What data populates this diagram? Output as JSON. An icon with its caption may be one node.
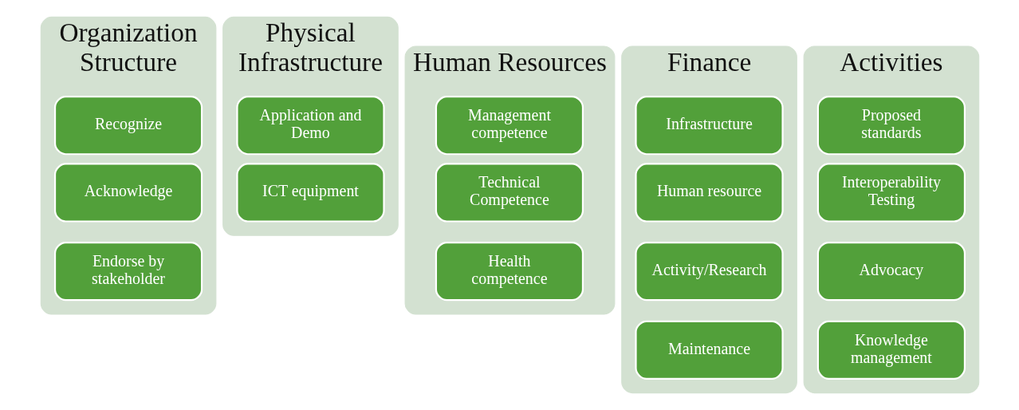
{
  "diagram": {
    "nodes": [
      {
        "text": [
          "Organization Structure"
        ]
      },
      {
        "text": [
          "Recognize"
        ],
        "in": 0
      },
      {
        "text": [
          "Acknowledge"
        ],
        "in": 0
      },
      {
        "text": [
          "Endorse by stakeholder"
        ],
        "in": 0
      },
      {
        "text": [
          "Physical Infrastructure"
        ]
      },
      {
        "text": [
          "Application and Demo"
        ],
        "in": 4
      },
      {
        "text": [
          "ICT equipment"
        ],
        "in": 4
      },
      {
        "text": [
          "Human Resources"
        ]
      },
      {
        "text": [
          "Management competence"
        ],
        "in": 7
      },
      {
        "text": [
          "Technical Competence"
        ],
        "in": 7
      },
      {
        "text": [
          "Health competence"
        ],
        "in": 7
      },
      {
        "text": [
          "Finance"
        ]
      },
      {
        "text": [
          "Infrastructure"
        ],
        "in": 11
      },
      {
        "text": [
          "Human resource"
        ],
        "in": 11
      },
      {
        "text": [
          "Activity/Research"
        ],
        "in": 11
      },
      {
        "text": [
          "Maintenance"
        ],
        "in": 11
      },
      {
        "text": [
          "Activities"
        ]
      },
      {
        "text": [
          "Proposed standards"
        ],
        "in": 16
      },
      {
        "text": [
          "Interoperability Testing"
        ],
        "in": 16
      },
      {
        "text": [
          "Advocacy"
        ],
        "in": 16
      },
      {
        "text": [
          "Knowledge management"
        ],
        "in": 16
      }
    ]
  }
}
